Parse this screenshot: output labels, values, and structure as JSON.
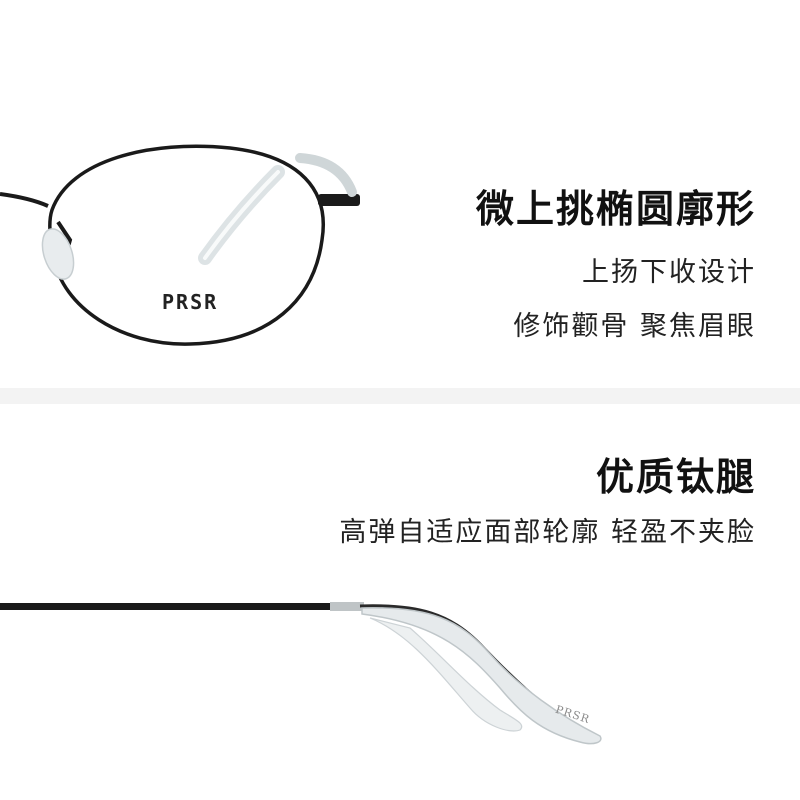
{
  "section_shape": {
    "headline": "微上挑椭圆廓形",
    "line1": "上扬下收设计",
    "line2": "修饰颧骨 聚焦眉眼"
  },
  "section_temple": {
    "headline": "优质钛腿",
    "line1": "高弹自适应面部轮廓 轻盈不夹脸"
  },
  "brand": {
    "lens_logo": "PRSR",
    "tip_logo": "PRSR"
  },
  "colors": {
    "frame": "#1a1a1a",
    "divider": "#f3f3f3",
    "headline_text": "#111111",
    "body_text": "#222222"
  }
}
